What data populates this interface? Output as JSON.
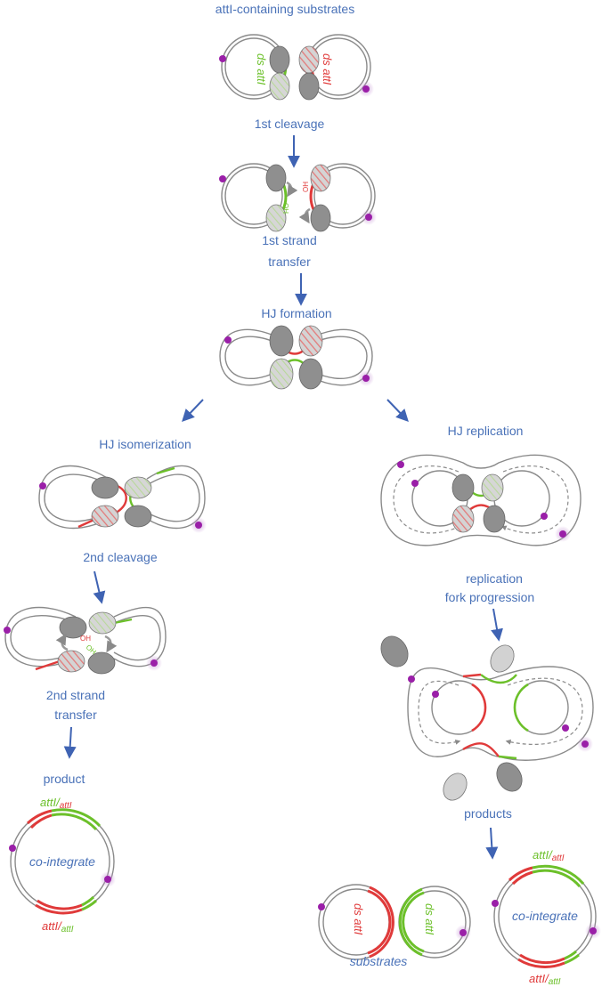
{
  "labels": {
    "substrates_title": "attI-containing substrates",
    "first_cleavage": "1st cleavage",
    "first_transfer_1": "1st strand",
    "first_transfer_2": "transfer",
    "hj_formation": "HJ formation",
    "hj_isomerization": "HJ isomerization",
    "hj_replication": "HJ replication",
    "second_cleavage": "2nd cleavage",
    "second_transfer_1": "2nd strand",
    "second_transfer_2": "transfer",
    "replication_fork_1": "replication",
    "replication_fork_2": "fork progression",
    "product": "product",
    "products": "products",
    "substrates": "substrates",
    "co_integrate": "co-integrate",
    "ds_atti": "ds attI",
    "atti_main": "attI/",
    "atti_sub": "attI",
    "oh": "OH"
  },
  "colors": {
    "blue_text": "#4a72b8",
    "arrow": "#3f63b3",
    "red": "#e03a3a",
    "green": "#6cc02a",
    "dna_gray": "#8a8a8a",
    "protein_dark": "#8f8f8f",
    "protein_light": "#d2d2d2",
    "marker": "#9a1fa8"
  }
}
